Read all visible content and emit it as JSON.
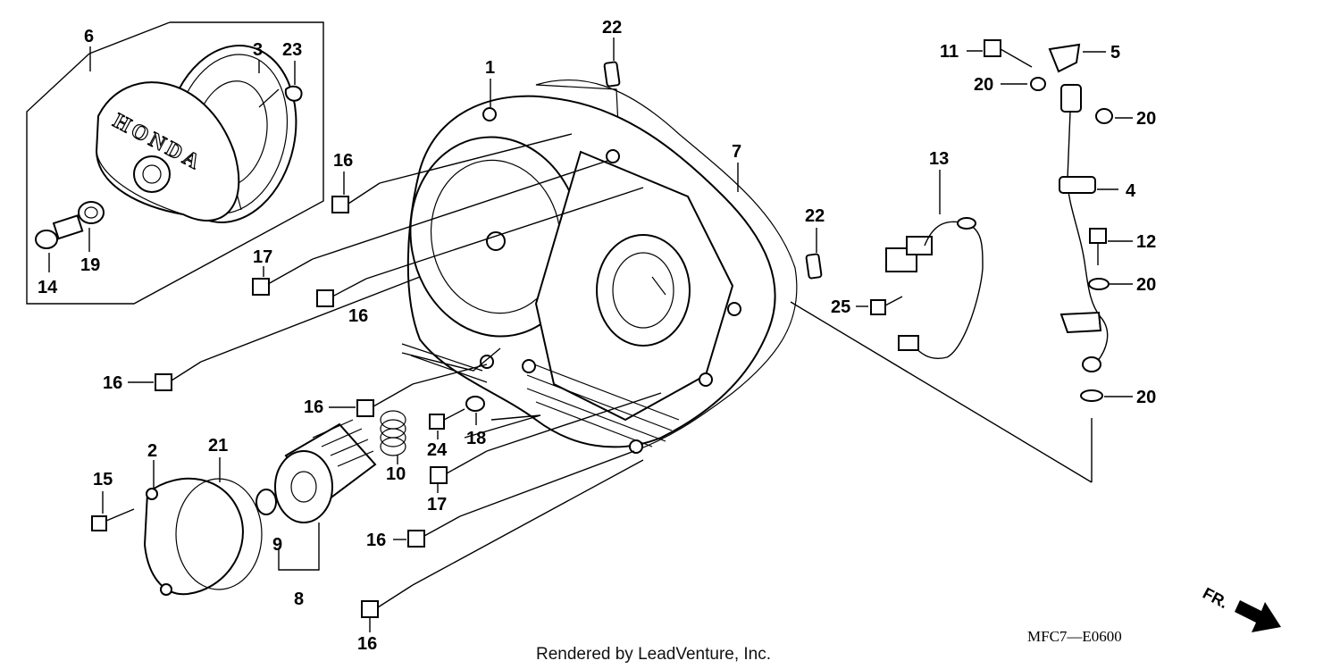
{
  "diagram": {
    "emblem_text": "HONDA",
    "diagram_code": "MFC7—E0600",
    "credit": "Rendered by LeadVenture, Inc.",
    "front_marker": "FR.",
    "callouts": [
      {
        "id": "c6",
        "label": "6"
      },
      {
        "id": "c3",
        "label": "3"
      },
      {
        "id": "c23",
        "label": "23"
      },
      {
        "id": "c14",
        "label": "14"
      },
      {
        "id": "c19",
        "label": "19"
      },
      {
        "id": "c1",
        "label": "1"
      },
      {
        "id": "c22a",
        "label": "22"
      },
      {
        "id": "c22b",
        "label": "22"
      },
      {
        "id": "c7",
        "label": "7"
      },
      {
        "id": "c16a",
        "label": "16"
      },
      {
        "id": "c17a",
        "label": "17"
      },
      {
        "id": "c16b",
        "label": "16"
      },
      {
        "id": "c16c",
        "label": "16"
      },
      {
        "id": "c16d",
        "label": "16"
      },
      {
        "id": "c10",
        "label": "10"
      },
      {
        "id": "c24",
        "label": "24"
      },
      {
        "id": "c18",
        "label": "18"
      },
      {
        "id": "c17b",
        "label": "17"
      },
      {
        "id": "c16e",
        "label": "16"
      },
      {
        "id": "c16f",
        "label": "16"
      },
      {
        "id": "c15",
        "label": "15"
      },
      {
        "id": "c2",
        "label": "2"
      },
      {
        "id": "c21",
        "label": "21"
      },
      {
        "id": "c9",
        "label": "9"
      },
      {
        "id": "c8",
        "label": "8"
      },
      {
        "id": "c13",
        "label": "13"
      },
      {
        "id": "c25",
        "label": "25"
      },
      {
        "id": "c11",
        "label": "11"
      },
      {
        "id": "c5",
        "label": "5"
      },
      {
        "id": "c20a",
        "label": "20"
      },
      {
        "id": "c20b",
        "label": "20"
      },
      {
        "id": "c4",
        "label": "4"
      },
      {
        "id": "c12",
        "label": "12"
      },
      {
        "id": "c20c",
        "label": "20"
      },
      {
        "id": "c20d",
        "label": "20"
      }
    ]
  }
}
